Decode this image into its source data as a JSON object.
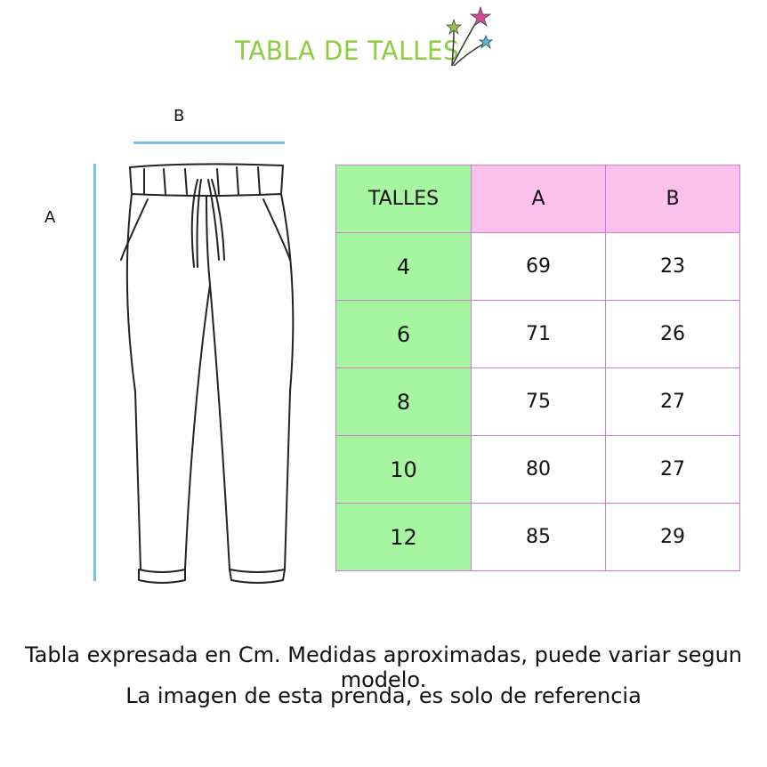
{
  "header": {
    "title": "TABLA DE TALLES"
  },
  "diagram": {
    "label_b": "B",
    "label_a": "A",
    "line_color": "#7ac4ea"
  },
  "table": {
    "headers": [
      "TALLES",
      "A",
      "B"
    ],
    "rows": [
      [
        "4",
        "69",
        "23"
      ],
      [
        "6",
        "71",
        "26"
      ],
      [
        "8",
        "75",
        "27"
      ],
      [
        "10",
        "80",
        "27"
      ],
      [
        "12",
        "85",
        "29"
      ]
    ],
    "colors": {
      "size_column": "#a6f5a0",
      "header": "#fcc0ec",
      "border": "#d07ad0"
    }
  },
  "footer": {
    "line1": "Tabla expresada en Cm. Medidas aproximadas, puede variar segun modelo.",
    "line2": "La imagen de esta prenda, es solo de referencia"
  },
  "colors": {
    "title": "#8ccc3e",
    "star_pink": "#d14a9c",
    "star_green": "#8ccc3e",
    "star_blue": "#56b8e2"
  }
}
